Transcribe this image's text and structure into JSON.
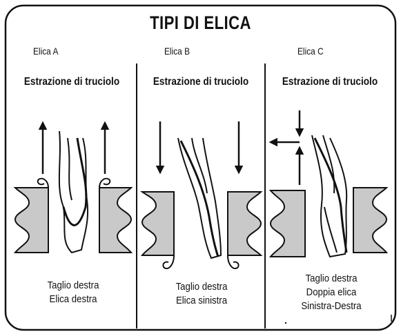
{
  "title": "TIPI DI ELICA",
  "columns": [
    {
      "label": "Elica  A",
      "heading": "Estrazione di truciolo",
      "caption": [
        "Taglio destra",
        "Elica destra"
      ],
      "chip_flow": "up"
    },
    {
      "label": "Elica  B",
      "heading": "Estrazione di truciolo",
      "caption": [
        "Taglio destra",
        "Elica sinistra"
      ],
      "chip_flow": "down"
    },
    {
      "label": "Elica  C",
      "heading": "Estrazione di truciolo",
      "caption": [
        "Taglio destra",
        "Doppia elica",
        "Sinistra-Destra"
      ],
      "chip_flow": "split"
    }
  ],
  "colors": {
    "line": "#111111",
    "block_fill": "#c9c9c9",
    "background": "#ffffff"
  }
}
